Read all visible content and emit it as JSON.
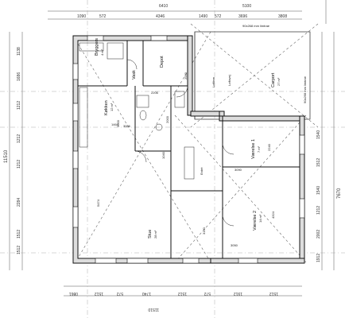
{
  "dimensions": {
    "top_total": "6410",
    "top_total_right": "5100",
    "top_segments": [
      "1090",
      "572",
      "4346",
      "1490",
      "572",
      "3696",
      "3808"
    ],
    "bottom_total": "11510",
    "bottom_segments": [
      "0861",
      "1512",
      "572",
      "1740",
      "1512",
      "572",
      "1912",
      "1512"
    ],
    "left_total": "11510",
    "left_segments": [
      "1138",
      "1686",
      "1212",
      "1212",
      "2284",
      "1512",
      "1512",
      "1212"
    ],
    "right_total": "7670",
    "right_segments": [
      "1540",
      "1512",
      "1540",
      "1212",
      "2002",
      "1912"
    ],
    "interior": [
      "3000",
      "2000",
      "2000",
      "1040",
      "2240",
      "4324",
      "5474",
      "3140",
      "3050",
      "3090",
      "2206",
      "3006",
      "1464"
    ],
    "annotations": [
      "90x268 mm limtrae",
      "Loftsvej"
    ]
  },
  "rooms": [
    {
      "name": "Bryggers",
      "area": "4 m²"
    },
    {
      "name": "Vask",
      "area": ""
    },
    {
      "name": "Depot",
      "area": ""
    },
    {
      "name": "Køkken",
      "area": "12 m²"
    },
    {
      "name": "Stue",
      "area": "28 m²"
    },
    {
      "name": "Værelse 1",
      "area": "7 m²"
    },
    {
      "name": "Værelse 2",
      "area": "14 m²"
    },
    {
      "name": "Carport",
      "area": "27 m²"
    },
    {
      "name": "Loftlem",
      "area": ""
    },
    {
      "name": "Entré",
      "area": ""
    }
  ]
}
